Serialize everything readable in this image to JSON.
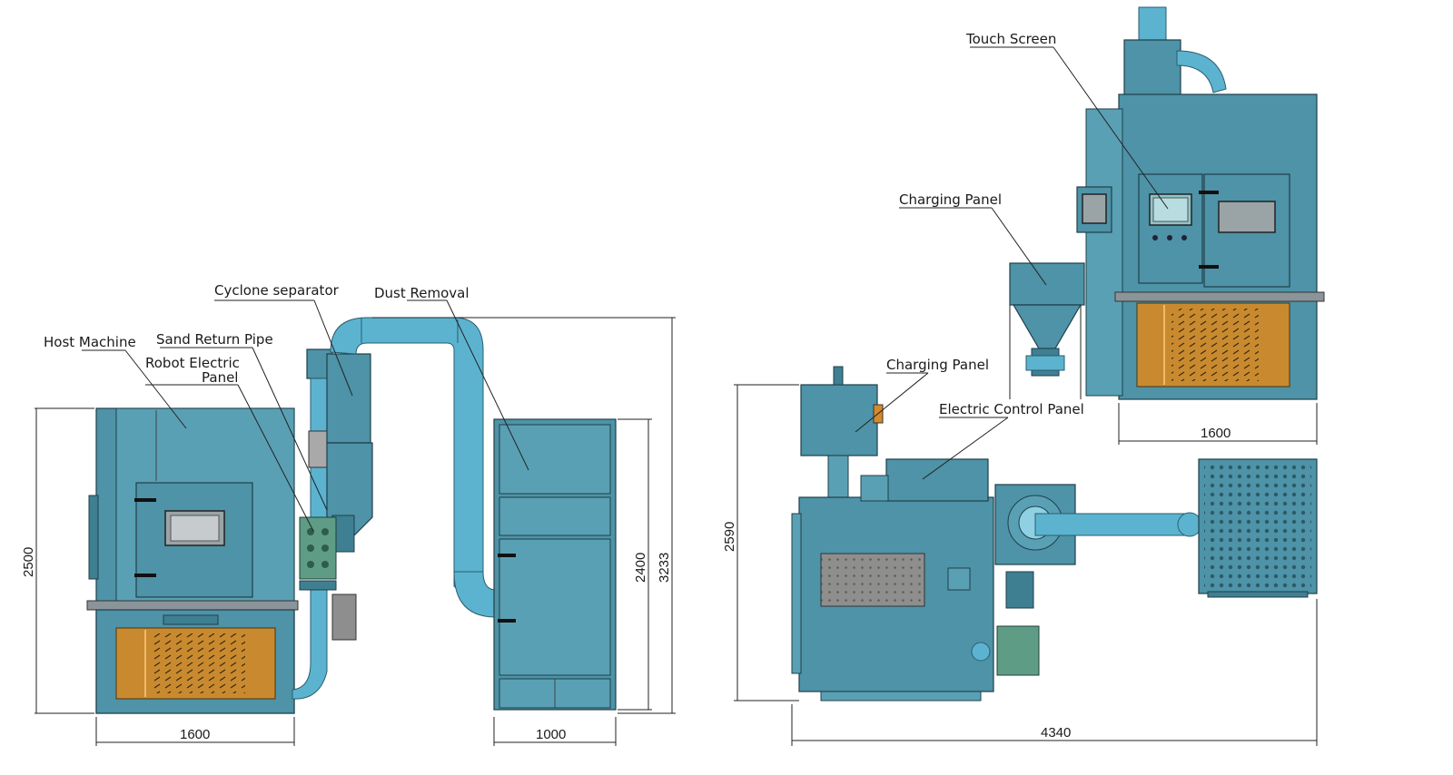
{
  "labels": {
    "host_machine": "Host Machine",
    "sand_return_pipe": "Sand Return Pipe",
    "robot_electric_panel_line1": "Robot Electric",
    "robot_electric_panel_line2": "Panel",
    "cyclone_separator": "Cyclone separator",
    "dust_removal": "Dust Removal",
    "touch_screen": "Touch Screen",
    "charging_panel_top": "Charging Panel",
    "charging_panel_plan": "Charging Panel",
    "electric_control_panel": "Electric Control Panel"
  },
  "dimensions": {
    "front_height": "2500",
    "front_width": "1600",
    "dust_width": "1000",
    "dust_height": "2400",
    "total_height": "3233",
    "side_width": "1600",
    "plan_depth": "2590",
    "plan_length": "4340"
  },
  "colors": {
    "machine_body": "#4e93a7",
    "pipe": "#5cb3d0",
    "filter_panel": "#c98a2f",
    "window": "#9aa4a6"
  }
}
